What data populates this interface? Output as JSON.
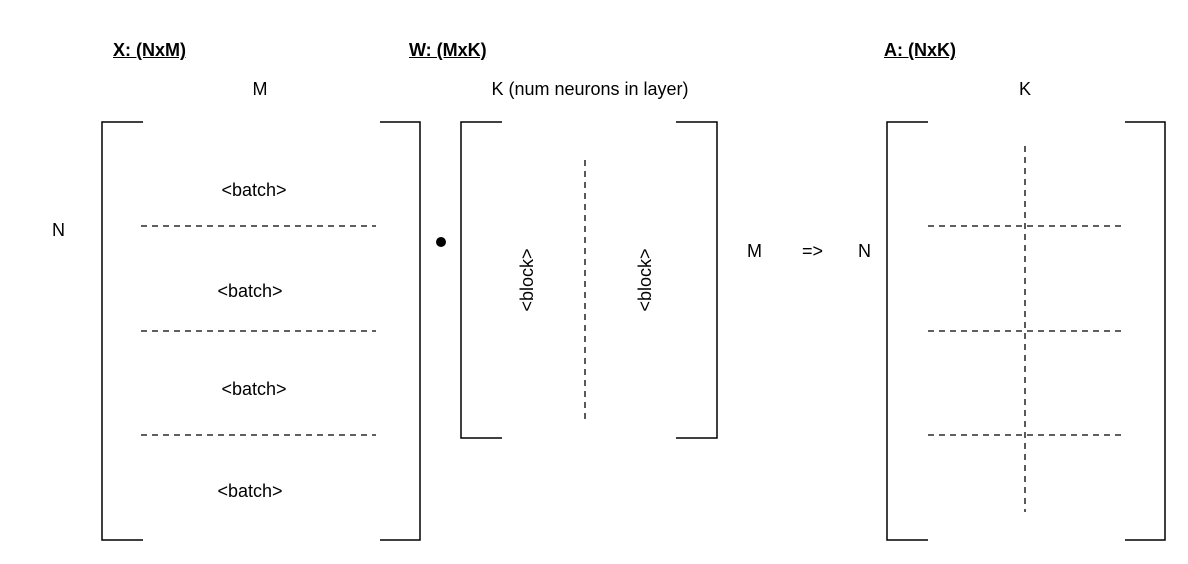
{
  "matrices": {
    "x": {
      "title": "X: (NxM)",
      "col_label": "M",
      "row_label": "N",
      "rows": [
        "<batch>",
        "<batch>",
        "<batch>",
        "<batch>"
      ]
    },
    "w": {
      "title": "W: (MxK)",
      "col_label": "K (num neurons in layer)",
      "row_label": "M",
      "blocks": [
        "<block>",
        "<block>"
      ]
    },
    "a": {
      "title": "A: (NxK)",
      "col_label": "K",
      "row_label": "N"
    }
  },
  "operators": {
    "arrow": "=>"
  }
}
